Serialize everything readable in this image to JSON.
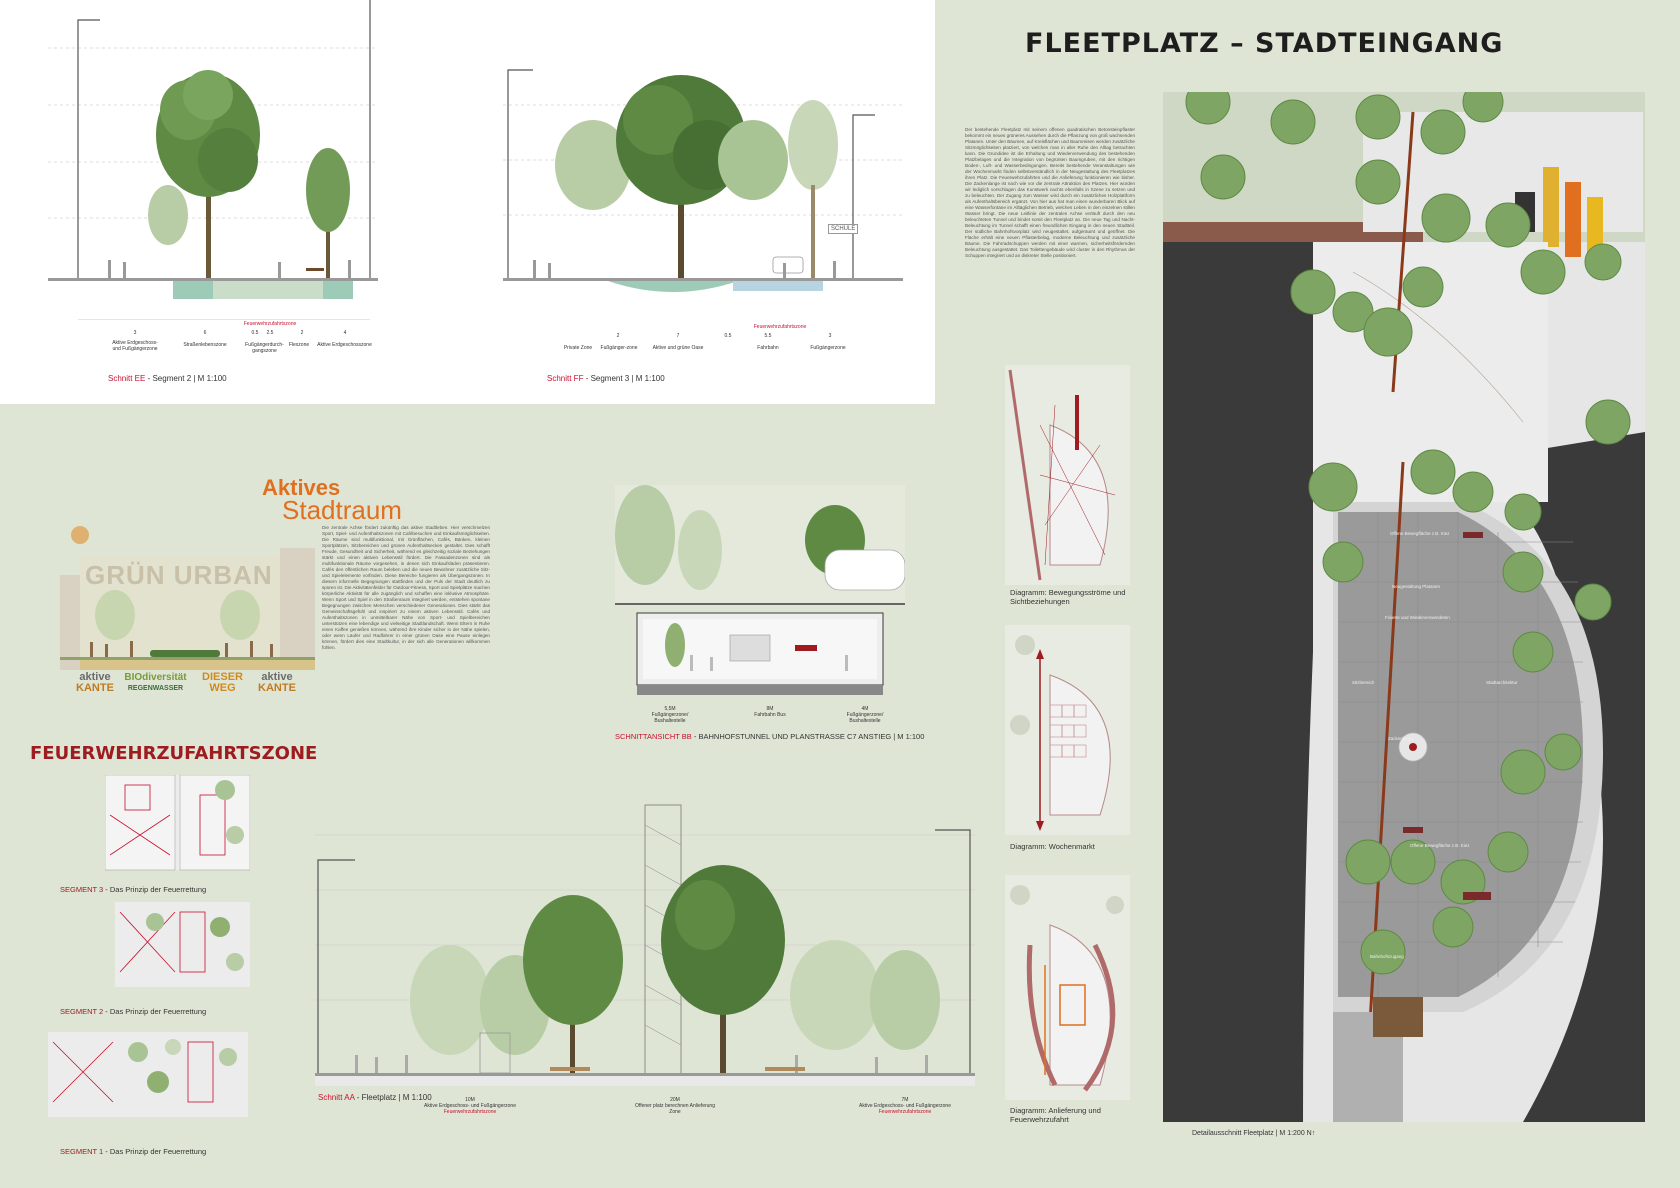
{
  "title": "FLEETPLATZ – STADTEINGANG",
  "section_ee": {
    "caption_red": "Schnitt EE",
    "caption_rest": " - Segment 2 | M 1:100",
    "fire_zone": "Feuerwehrzufahrtszone",
    "dims": [
      "3",
      "6",
      "0.5",
      "2.5",
      "2",
      "4"
    ],
    "zones": [
      "Aktive Erdgeschoss- und Fußgängerzone",
      "Straßenlebenszone",
      "Fußgängerdurch-gangszone",
      "Flexzone",
      "Aktive Erdgeschosszone"
    ]
  },
  "section_ff": {
    "caption_red": "Schnitt FF",
    "caption_rest": " - Segment 3 | M 1:100",
    "fire_zone": "Feuerwehrzufahrtszone",
    "dims": [
      "2",
      "7",
      "0.5",
      "5.5",
      "3"
    ],
    "zones": [
      "Private Zone",
      "Fußgänger-zone",
      "Aktive und grüne Oase",
      "Fahrbahn",
      "Fußgängerzone"
    ],
    "school_label": "SCHULE"
  },
  "intro_text": "Der bestehende Fleetplatz mit seinem offenen quadratischen Betonsteinpflaster bekommt ein neues grüneres Aussehen durch die Pflanzung von groß wachsenden Platanen. Unter den Bäumen, auf Kreisflächen und Baumreisen werden zusätzliche Sitzmöglichkeiten platziert, von welchen man in aller Ruhe den Alltag betrachten kann. Die Grundidee ist die Erhaltung und Wiederverwendung des bestehenden Platzbelages und die Integration von begrünten Baumgruben, mit den richtigen Boden-, Luft- und Wasserbedingungen. Bereits bestehende Veranstaltungen wie der Wochenmarkt finden selbstverständlich in der Neugestaltung des Fleetplatzes ihren Platz. Die Feuerwehrzufahrten und die Anlieferung funktionieren wie bisher. Die Zackenlange ist nach wie vor die zentrale Attraktion des Platzes. Hier würden wir lediglich vorschlagen das Kunstwerk nachts ebenfalls in Szene zu setzen und zu beleuchten. Der Zugang zum Wasser wird durch ein zusätzliches Holzplattform als Aufenthaltsbereich ergänzt. Von hier aus hat man einen wunderbaren Blick auf eine Wasserfontäne im Alltäglichen Betrieb, welches Leben in den einzelnen stillen Wasser bringt. Die neue Leitlinie der zentralen Achse verläuft durch den neu beleuchteten Tunnel und bindet somit den Fleetplatz an. Die neue Tag und Nacht-Beleuchtung im Tunnel schafft einen freundlichen Eingang in den neuen Stadtteil. Der südliche Bahnhofsvorplatz wird neugestaltet, aufgeräumt und geöffnet. Die Fläche erhält eine neuen Pflasterbelag, moderne Beleuchtung und zusätzliche Bäume. Die Fahrradschuppen werden mit einer warmen, sicherheitsfördernden Beleuchtung ausgestattet. Das Toilettengebäude wird cluster in den Rhythmus der Schuppen integriert und an diskreter Stelle positioniert.",
  "aktiv": {
    "title_1": "Aktives",
    "title_2": "Stadtraum",
    "watermark": "GRÜN URBAN",
    "text": "Die zentrale Achse fördert zukünftig das aktive Stadtleben. Hier verschmelzen Sport, Spiel- und Aufenthaltszonen mit Cafébesuchen und Einkaufsmöglichkeiten. Die Räume sind multifunktional, mit Grünflächen, Cafés, Bänken, kleinen Sportplätzen, Sitzbereichen und grünen Aufenthaltsecken gestaltet. Dies schafft Freude, Gesundheit und Sicherheit, während es gleichzeitig soziale Beziehungen stärkt und einen aktiven Lebensstil fördert. Die Fassadenzonen sind als multifunktionale Räume vorgesehen, in denen sich Einkaufsläden präsentieren. Cafés den öffentlichen Raum beleben und die neuen Bewohner zusätzliche Sitz- und Spielelemente vorfinden. Diese Bereiche fungieren als Übergangszonen. In diesem informelle Begegnungen stattfinden und der Puls der Stadt deutlich zu spüren ist. Die Aktivitätenfelder für Outdoor-Fitness, Sport und Spielplätze machen körperliche Aktivität für alle zugänglich und schaffen eine inklusive Atmosphäre. Wenn Sport und Spiel in den Straßenraum integriert werden, entstehen spontane Begegnungen zwischen Menschen verschiedener Generationen. Dies stärkt das Gemeinschaftsgefühl und inspiriert zu einem aktiven Lebensstil. Cafés und Aufenthaltszonen in unmittelbarer Nähe von Sport- und Spielbereichen unterstützen eine lebendige und vielseitige Stadtlandschaft. Wenn Eltern in Ruhe einen Kaffee genießen können, während ihre Kinder sicher in der Nähe spielen, oder wenn Läufer und Radfahrer in einer grünen Oase eine Pause einlegen können, fördert dies eine Stadtkultur, in der sich alle Generationen willkommen fühlen.",
    "labels": [
      {
        "a": "aktive",
        "b": "KANTE",
        "ca": "#6b6b6b",
        "cb": "#c07a20"
      },
      {
        "a": "BIOdiversität",
        "b": "REGENWASSER",
        "ca": "#7a9a3a",
        "cb": "#3b6a3b"
      },
      {
        "a": "DIESER",
        "b": "WEG",
        "ca": "#d08a20",
        "cb": "#d08a20"
      },
      {
        "a": "aktive",
        "b": "KANTE",
        "ca": "#6b6b6b",
        "cb": "#c07a20"
      }
    ]
  },
  "section_bb": {
    "caption_red": "SCHNITTANSICHT BB",
    "caption_rest": " - BAHNHOFSTUNNEL UND PLANSTRASSE C7 ANSTIEG | M 1:100",
    "zones": [
      {
        "dim": "5,5M",
        "label": "Fußgängerzone/ Bushaltestelle"
      },
      {
        "dim": "8M",
        "label": "Fahrbahn Bus"
      },
      {
        "dim": "4M",
        "label": "Fußgängerzone/ Bushaltestelle"
      }
    ]
  },
  "fwz": {
    "title": "FEUERWEHRZUFAHRTSZONE",
    "segments": [
      {
        "red": "SEGMENT 3",
        "rest": " - Das Prinzip der Feuerrettung"
      },
      {
        "red": "SEGMENT 2",
        "rest": " - Das Prinzip der Feuerrettung"
      },
      {
        "red": "SEGMENT 1",
        "rest": " - Das Prinzip der Feuerrettung"
      }
    ]
  },
  "section_aa": {
    "caption_red": "Schnitt AA",
    "caption_rest": " - Fleetplatz | M 1:100",
    "zones": [
      {
        "dim": "10M",
        "label": "Aktive Erdgeschoss- und Fußgängerzone",
        "red": "Feuerwehrzufahrtszone"
      },
      {
        "dim": "20M",
        "label": "Offener platz berechnen Anlieferung Zone",
        "red": ""
      },
      {
        "dim": "7M",
        "label": "Aktive Erdgeschoss- und Fußgängerzone",
        "red": "Feuerwehrzufahrtszone"
      }
    ]
  },
  "diagrams": [
    {
      "caption": "Diagramm: Bewegungsströme und Sichtbeziehungen"
    },
    {
      "caption": "Diagramm: Wochenmarkt"
    },
    {
      "caption": "Diagramm: Anlieferung und Feuerwehrzufahrt"
    }
  ],
  "plan": {
    "caption": "Detailausschnitt Fleetplatz | M 1:200 N↑",
    "labels": [
      "Offene Bewegfläche z.B. Kiez",
      "Neugestaltung Platanen",
      "Fixierte und Wiederverwendeten",
      "Sitzbereich",
      "Stadtarchitektur",
      "Zackenlange",
      "Offene Bewegfläche z.B. Kiez",
      "Bahnhofszugang"
    ]
  },
  "colors": {
    "accent_red": "#c8102e",
    "title_red": "#9e1b20",
    "orange": "#e07020",
    "tree_dark": "#5e8a44",
    "tree_light": "#a9c494",
    "background": "#dfe5d5",
    "building_dark": "#3a3a3a"
  }
}
